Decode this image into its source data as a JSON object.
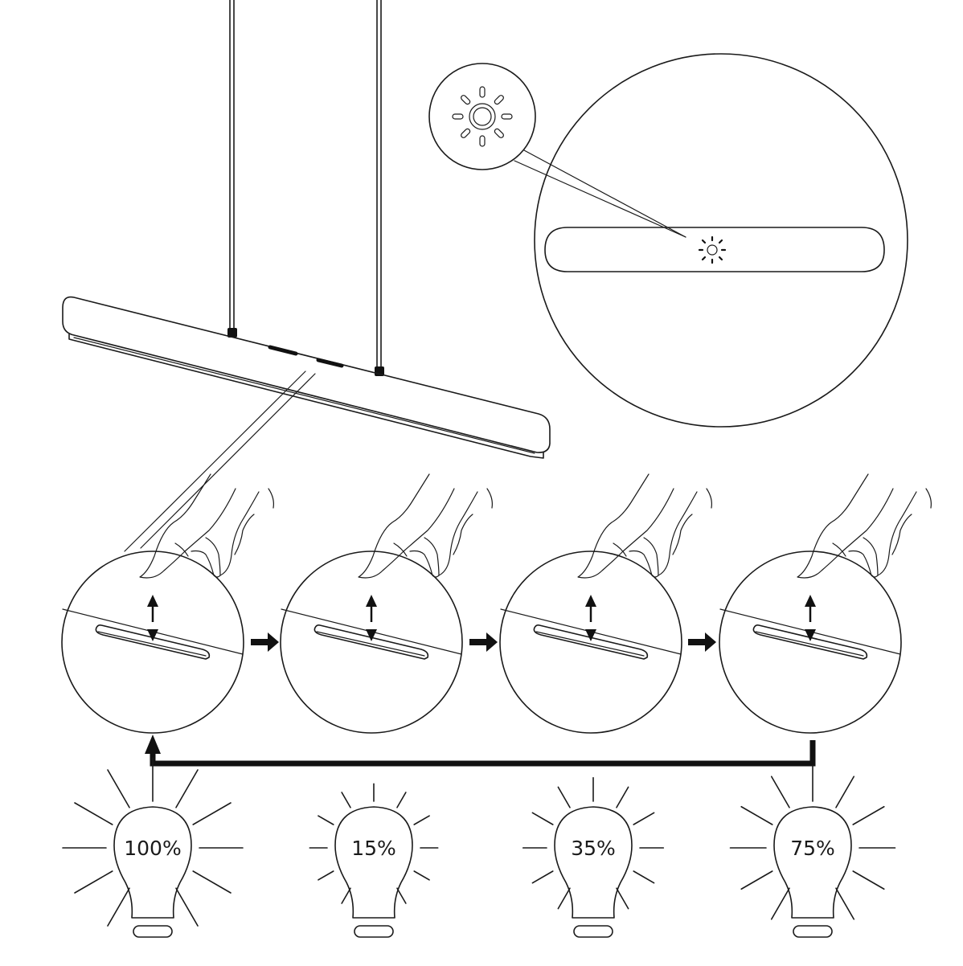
{
  "steps": [
    {
      "label": "100%",
      "level": 1.0
    },
    {
      "label": "15%",
      "level": 0.15
    },
    {
      "label": "35%",
      "level": 0.35
    },
    {
      "label": "75%",
      "level": 0.75
    }
  ],
  "icons": {
    "touch_sensor": "sun-icon",
    "hand": "hand-pointing-icon",
    "bulb": "light-bulb-icon",
    "cycle_arrow": "arrow-right-icon",
    "return_arrow": "arrow-return-icon"
  },
  "colors": {
    "line": "#1a1a1a",
    "background": "#ffffff"
  }
}
